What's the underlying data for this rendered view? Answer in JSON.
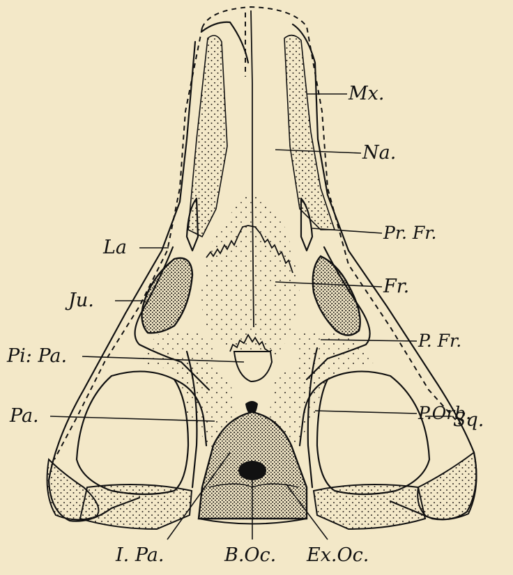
{
  "labels": {
    "mx": "Mx.",
    "na": "Na.",
    "prfr": "Pr. Fr.",
    "la": "La",
    "fr": "Fr.",
    "ju": "Ju.",
    "pfr": "P. Fr.",
    "ippa": "Pi: Pa.",
    "pa": "Pa.",
    "porb": "P.Orb.",
    "sq": "Sq.",
    "ipa": "I. Pa.",
    "boc": "B.Oc.",
    "exoc": "Ex.Oc."
  },
  "colors": {
    "paper": "#f3e8c8",
    "ink": "#111111",
    "stipple": "#2a2520"
  }
}
